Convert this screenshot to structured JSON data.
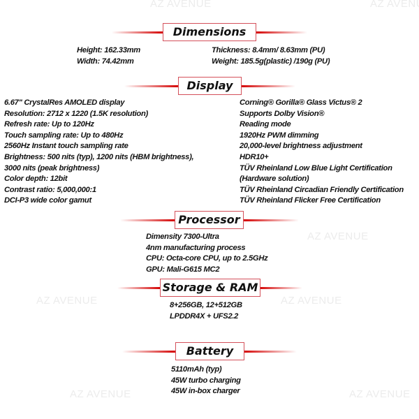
{
  "watermark": "AZ AVENUE",
  "sections": {
    "dimensions": {
      "title": "Dimensions",
      "left": [
        "Height: 162.33mm",
        "Width: 74.42mm"
      ],
      "right": [
        "Thickness: 8.4mm/ 8.63mm (PU)",
        "Weight: 185.5g(plastic) /190g (PU)"
      ]
    },
    "display": {
      "title": "Display",
      "left": [
        "6.67\" CrystalRes AMOLED display",
        "Resolution: 2712 x 1220 (1.5K resolution)",
        "Refresh rate: Up to 120Hz",
        "Touch sampling rate: Up to 480Hz",
        "2560Hz Instant touch sampling rate",
        "Brightness: 500 nits (typ), 1200 nits (HBM brightness),",
        "3000 nits (peak brightness)",
        "Color depth: 12bit",
        "Contrast ratio: 5,000,000:1",
        "DCI-P3 wide color gamut"
      ],
      "right": [
        "Corning® Gorilla® Glass Victus® 2",
        "Supports Dolby Vision®",
        "Reading mode",
        "1920Hz PWM dimming",
        "20,000-level brightness adjustment",
        "HDR10+",
        "TÜV Rheinland Low Blue Light Certification",
        "(Hardware solution)",
        "TÜV Rheinland Circadian Friendly Certification",
        "TÜV Rheinland Flicker Free Certification"
      ]
    },
    "processor": {
      "title": "Processor",
      "items": [
        "Dimensity 7300-Ultra",
        "4nm manufacturing process",
        "CPU: Octa-core CPU, up to 2.5GHz",
        "GPU: Mali-G615 MC2"
      ]
    },
    "storage": {
      "title": "Storage & RAM",
      "items": [
        "8+256GB, 12+512GB",
        "LPDDR4X + UFS2.2"
      ]
    },
    "battery": {
      "title": "Battery",
      "items": [
        "5110mAh (typ)",
        "45W turbo charging",
        "45W in-box charger"
      ]
    }
  },
  "colors": {
    "accent": "#d40000",
    "box_border": "#d4505a"
  }
}
